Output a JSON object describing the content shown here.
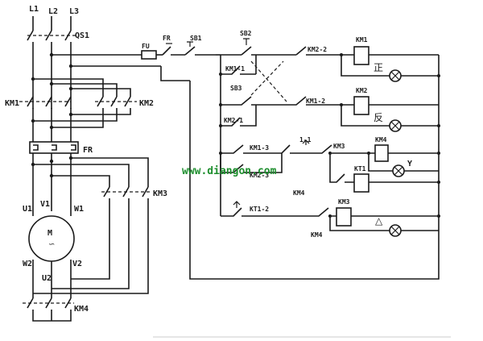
{
  "watermark": "www.diangon.com",
  "power": {
    "phases": [
      "L1",
      "L2",
      "L3"
    ],
    "breaker": "QS1",
    "contactors": {
      "main": "KM1",
      "reverse": "KM2",
      "delta": "KM3",
      "star": "KM4"
    },
    "overload": "FR",
    "motor": {
      "label": "M",
      "symbol": "∽",
      "terminals": [
        "U1",
        "V1",
        "W1",
        "W2",
        "V2",
        "U2"
      ]
    }
  },
  "control": {
    "fuse": "FU",
    "overload_contact": "FR",
    "stop_button": "SB1",
    "forward_button": "SB2",
    "reverse_button": "SB3",
    "rungs": [
      {
        "contacts": [
          "KM1-1",
          "KM2-2"
        ],
        "coil": "KM1",
        "lamp_label": "正"
      },
      {
        "contacts": [
          "KM2-1",
          "KM1-2"
        ],
        "coil": "KM2",
        "lamp_label": "反"
      },
      {
        "contacts": [
          "KM1-3",
          "KM2-3",
          "1-1",
          "KM3"
        ],
        "coil": "KM4",
        "lamp_label": "Y"
      },
      {
        "contacts": [
          "KM4"
        ],
        "coil": "KT1",
        "lamp_label": ""
      },
      {
        "contacts": [
          "KT1-2",
          "KM4"
        ],
        "coil": "KM3",
        "lamp_label": "△"
      }
    ]
  }
}
